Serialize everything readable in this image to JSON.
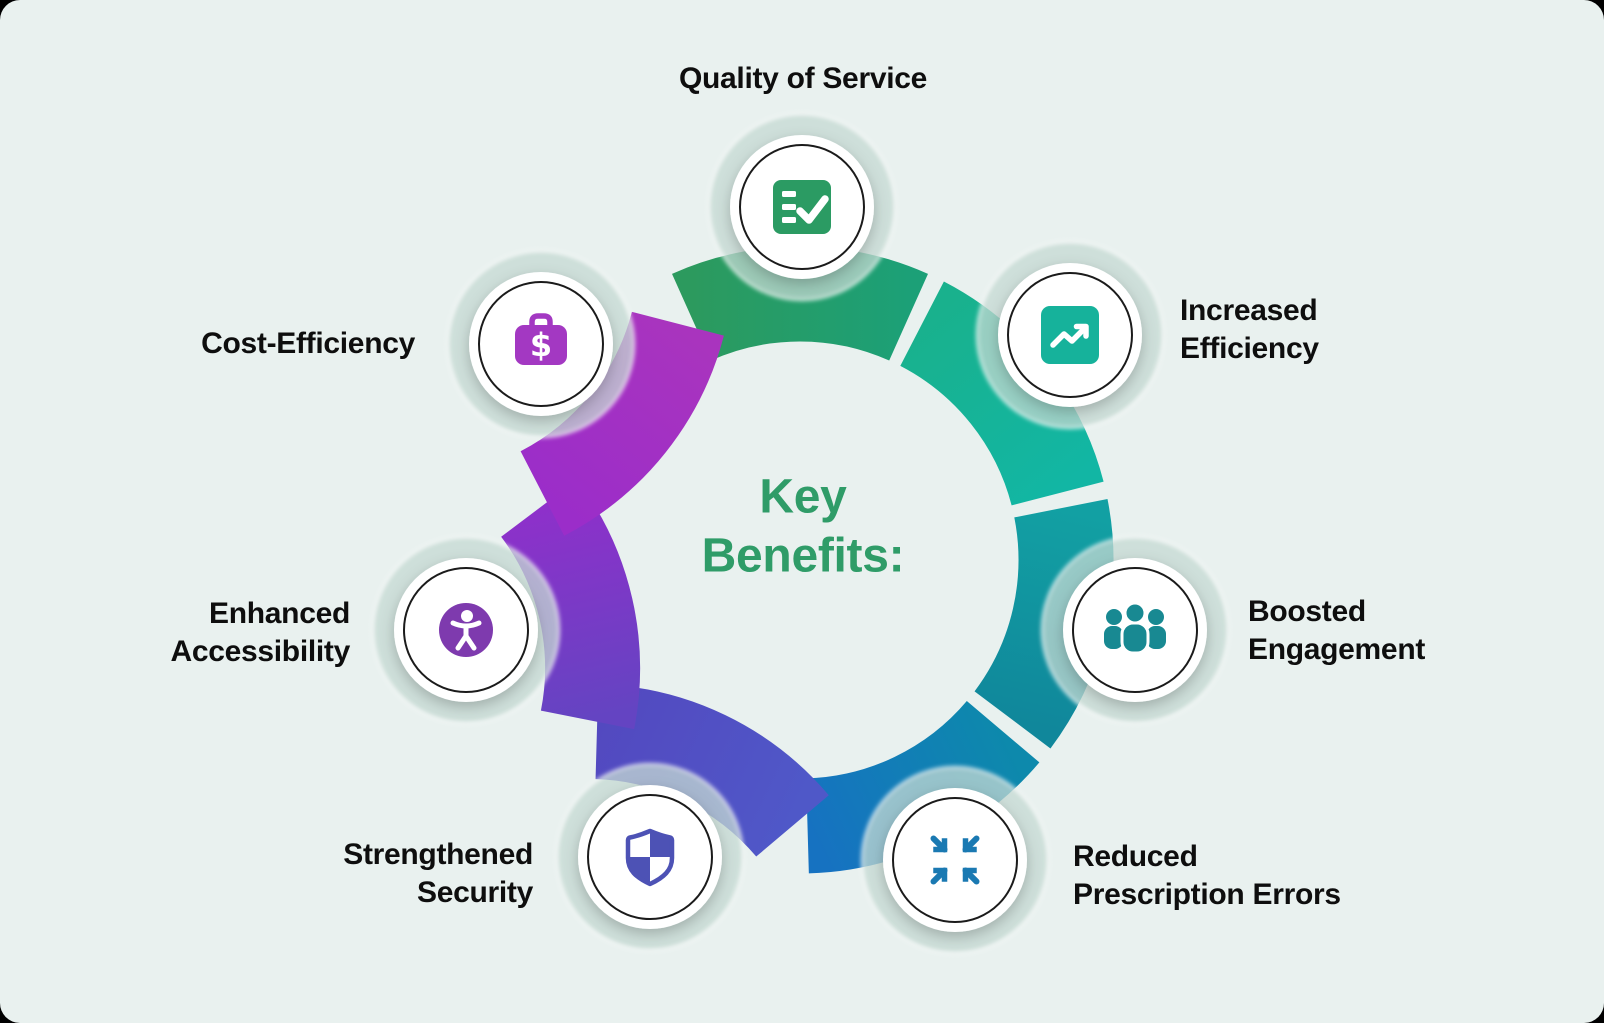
{
  "page": {
    "background_color": "#E9F1EF",
    "corner_backdrop_color": "#000000"
  },
  "title": {
    "text": "Key Benefits:",
    "lines": [
      "Key",
      "Benefits:"
    ],
    "color": "#2F9C68"
  },
  "benefits": [
    {
      "label": "Quality of Service",
      "lines": [
        "Quality of Service"
      ],
      "icon": "checklist-icon",
      "color": "#2B9B63",
      "position": "top"
    },
    {
      "label": "Increased Efficiency",
      "lines": [
        "Increased",
        "Efficiency"
      ],
      "icon": "trending-up-icon",
      "color": "#16B29B",
      "position": "top-right"
    },
    {
      "label": "Boosted Engagement",
      "lines": [
        "Boosted",
        "Engagement"
      ],
      "icon": "people-group-icon",
      "color": "#188992",
      "position": "right"
    },
    {
      "label": "Reduced Prescription Errors",
      "lines": [
        "Reduced",
        "Prescription Errors"
      ],
      "icon": "converge-arrows-icon",
      "color": "#1A79B2",
      "position": "bottom-right"
    },
    {
      "label": "Strengthened Security",
      "lines": [
        "Strengthened",
        "Security"
      ],
      "icon": "shield-icon",
      "color": "#4D52B5",
      "position": "bottom-left"
    },
    {
      "label": "Enhanced Accessibility",
      "lines": [
        "Enhanced",
        "Accessibility"
      ],
      "icon": "accessibility-icon",
      "color": "#7E3AAE",
      "position": "left"
    },
    {
      "label": "Cost-Efficiency",
      "lines": [
        "Cost-Efficiency"
      ],
      "icon": "briefcase-dollar-icon",
      "color": "#A338C2",
      "position": "top-left"
    }
  ],
  "ring": {
    "segment_colors": [
      {
        "segment": "quality-of-service",
        "from": "#2C9A5E",
        "to": "#1CA077"
      },
      {
        "segment": "increased-efficiency",
        "from": "#19B18D",
        "to": "#12B6A4"
      },
      {
        "segment": "boosted-engagement",
        "from": "#12A0A3",
        "to": "#10879B"
      },
      {
        "segment": "reduced-prescription-errors",
        "from": "#0D89AC",
        "to": "#1672C1"
      },
      {
        "segment": "strengthened-security",
        "from": "#4F58C8",
        "to": "#5349C0"
      },
      {
        "segment": "enhanced-accessibility",
        "from": "#6444C2",
        "to": "#8E30CA"
      },
      {
        "segment": "cost-efficiency",
        "from": "#9B2DC9",
        "to": "#A934BE"
      }
    ],
    "halo_color": "#C4DAD3"
  }
}
